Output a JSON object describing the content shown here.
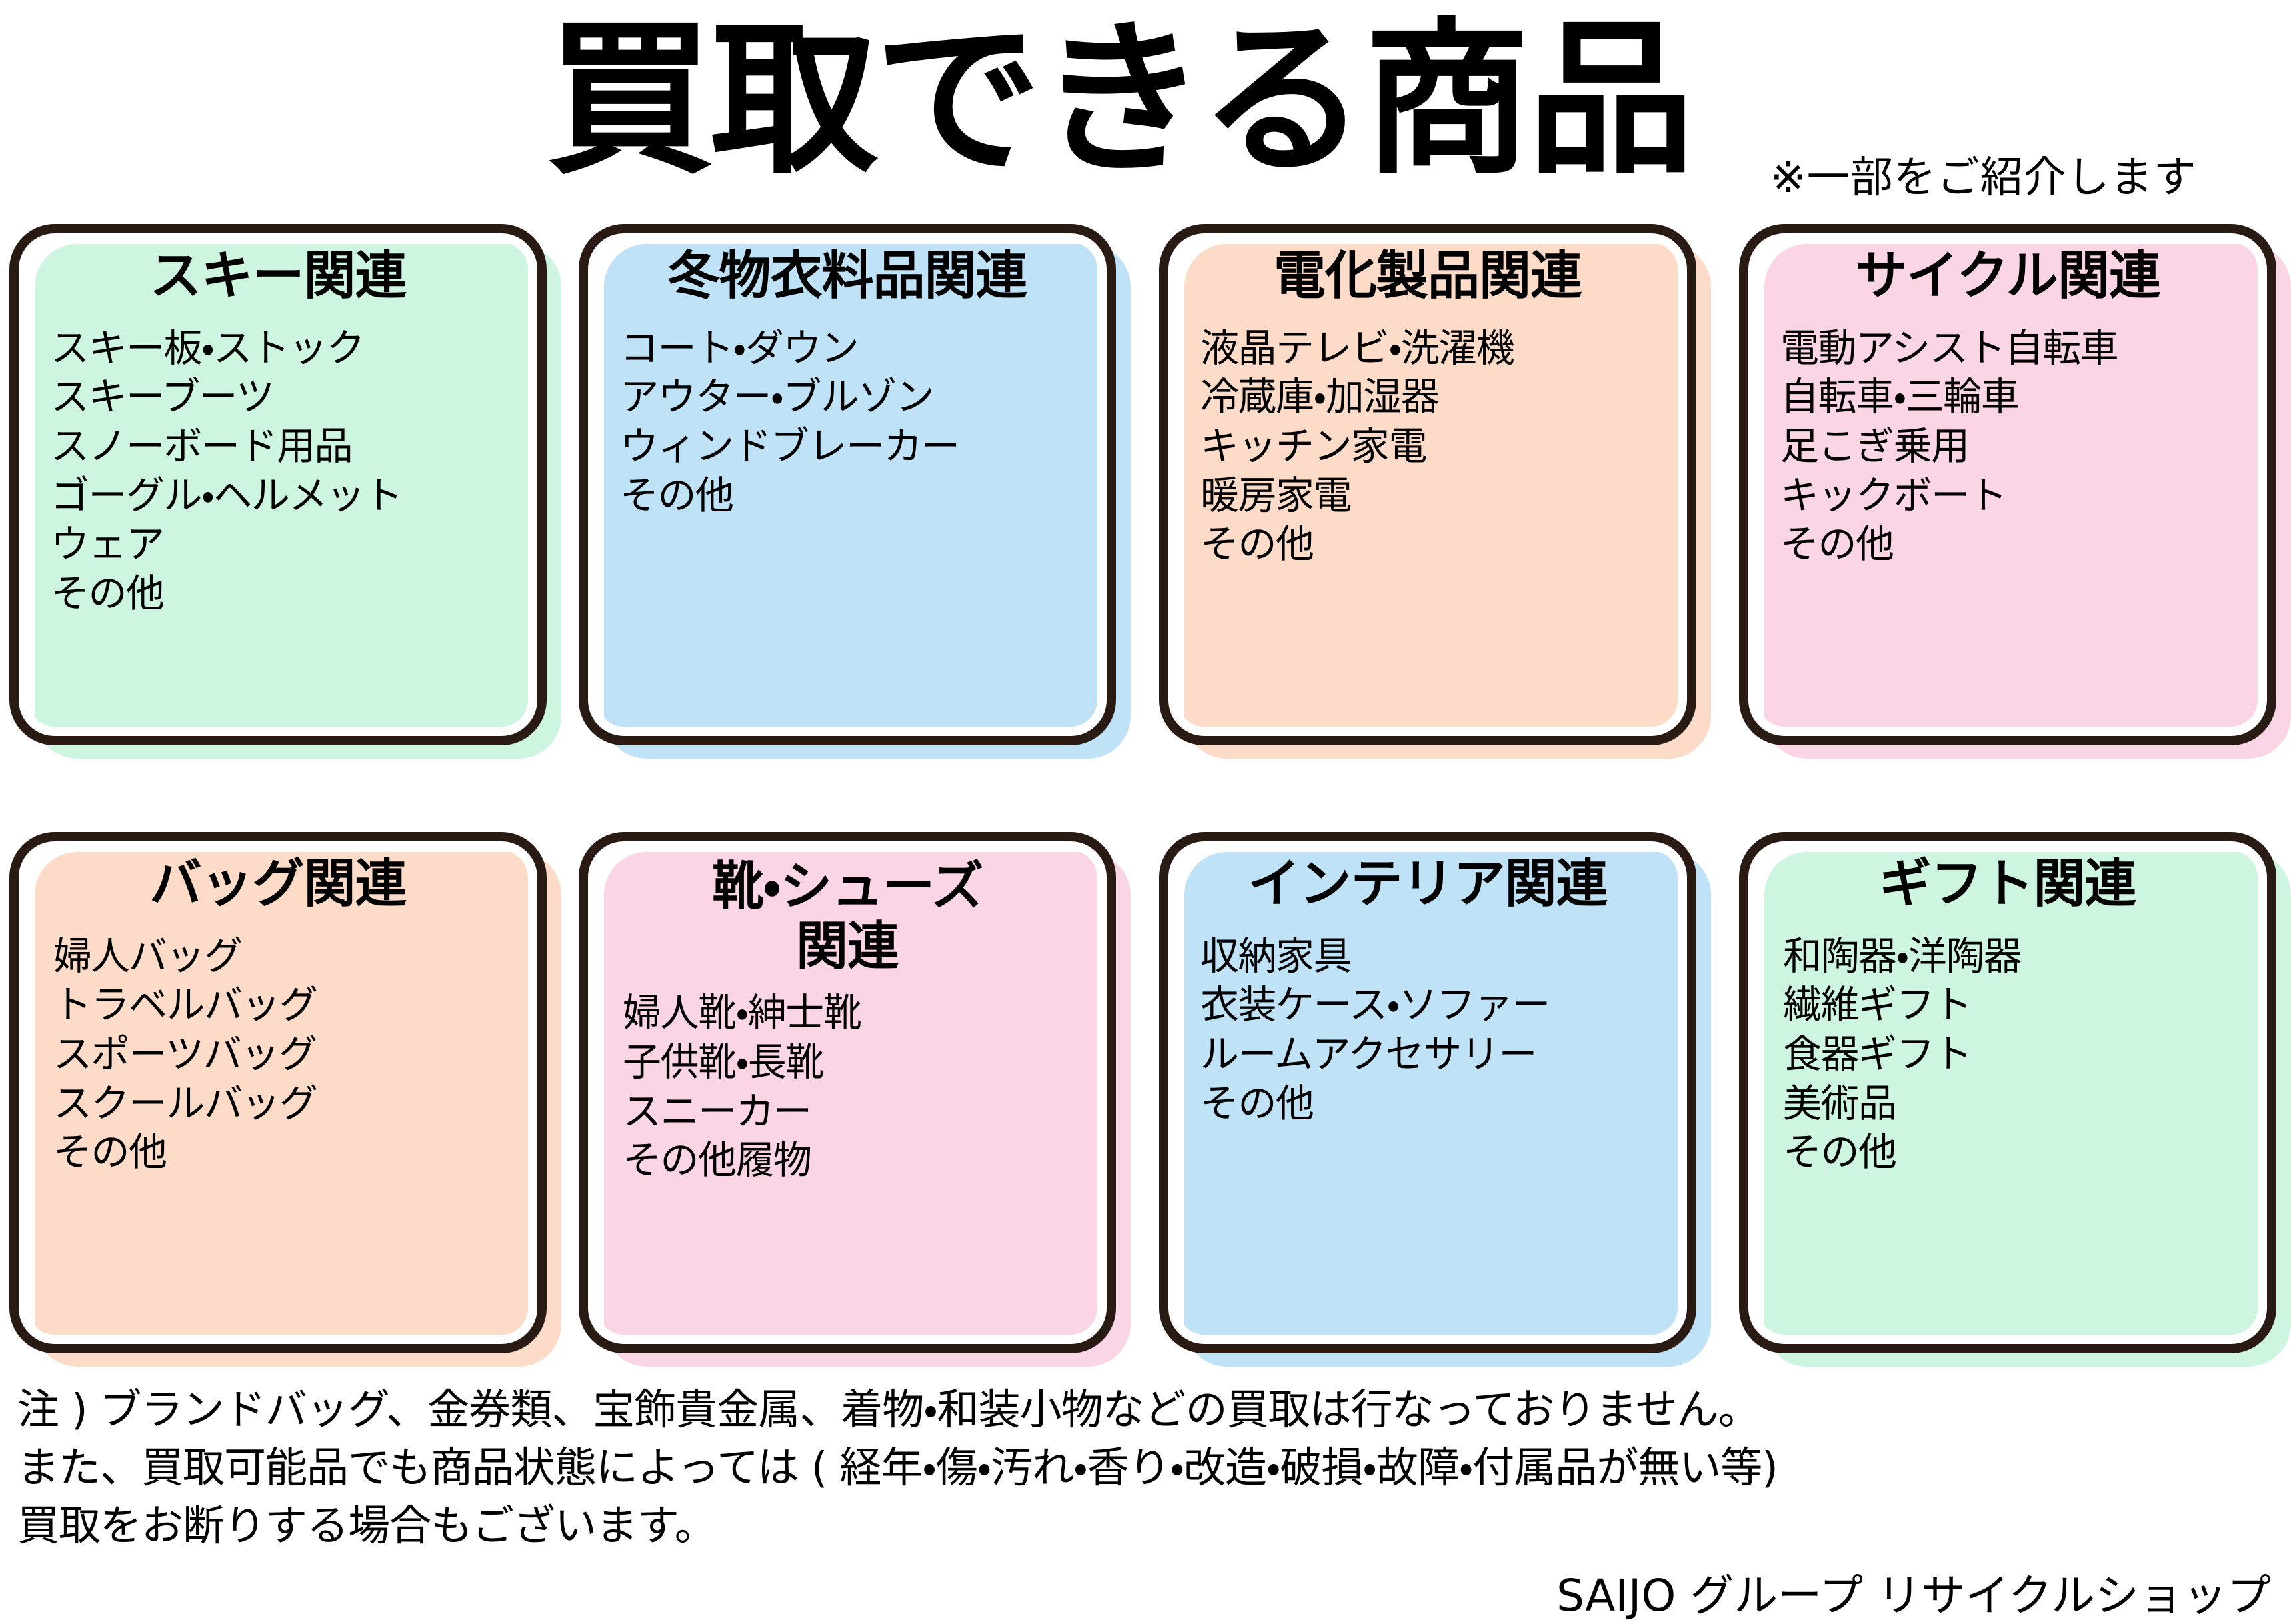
{
  "header": {
    "title": "買取できる商品",
    "subtitle": "※一部をご紹介します"
  },
  "colors": {
    "mint": "#cdf5e0",
    "blue": "#bfe2f7",
    "peach": "#fddbc9",
    "pink": "#fad5e5",
    "outline": "#2a1a14",
    "text": "#000000",
    "background": "#ffffff"
  },
  "cards": [
    {
      "id": "ski",
      "title": "スキー関連",
      "color": "#cdf5e0",
      "items_text": "スキー板・ストック\nスキーブーツ\nスノーボード用品\nゴーグル・ヘルメット\nウェア\nその他",
      "items": [
        "スキー板・ストック",
        "スキーブーツ",
        "スノーボード用品",
        "ゴーグル・ヘルメット",
        "ウェア",
        "その他"
      ]
    },
    {
      "id": "winter-clothing",
      "title": "冬物衣料品関連",
      "color": "#bfe2f7",
      "items_text": "コート・ダウン\nアウター・ブルゾン\nウィンドブレーカー\nその他",
      "items": [
        "コート・ダウン",
        "アウター・ブルゾン",
        "ウィンドブレーカー",
        "その他"
      ]
    },
    {
      "id": "appliances",
      "title": "電化製品関連",
      "color": "#fddbc9",
      "items_text": "液晶テレビ・洗濯機\n冷蔵庫・加湿器\nキッチン家電\n暖房家電\nその他",
      "items": [
        "液晶テレビ・洗濯機",
        "冷蔵庫・加湿器",
        "キッチン家電",
        "暖房家電",
        "その他"
      ]
    },
    {
      "id": "cycle",
      "title": "サイクル関連",
      "color": "#fad5e5",
      "items_text": "電動アシスト自転車\n自転車・三輪車\n足こぎ乗用\nキックボート\nその他",
      "items": [
        "電動アシスト自転車",
        "自転車・三輪車",
        "足こぎ乗用",
        "キックボート",
        "その他"
      ]
    },
    {
      "id": "bag",
      "title": "バッグ関連",
      "color": "#fddbc9",
      "items_text": "婦人バッグ\nトラベルバッグ\nスポーツバッグ\nスクールバッグ\nその他",
      "items": [
        "婦人バッグ",
        "トラベルバッグ",
        "スポーツバッグ",
        "スクールバッグ",
        "その他"
      ]
    },
    {
      "id": "shoes",
      "title": "靴・シューズ\n関連",
      "color": "#fad5e5",
      "items_text": "婦人靴・紳士靴\n子供靴・長靴\nスニーカー\nその他履物",
      "items": [
        "婦人靴・紳士靴",
        "子供靴・長靴",
        "スニーカー",
        "その他履物"
      ]
    },
    {
      "id": "interior",
      "title": "インテリア関連",
      "color": "#bfe2f7",
      "items_text": "収納家具\n衣装ケース・ソファー\nルームアクセサリー\nその他",
      "items": [
        "収納家具",
        "衣装ケース・ソファー",
        "ルームアクセサリー",
        "その他"
      ]
    },
    {
      "id": "gift",
      "title": "ギフト関連",
      "color": "#cdf5e0",
      "items_text": "和陶器・洋陶器\n繊維ギフト\n食器ギフト\n美術品\nその他",
      "items": [
        "和陶器・洋陶器",
        "繊維ギフト",
        "食器ギフト",
        "美術品",
        "その他"
      ]
    }
  ],
  "footer": {
    "notes_text": "注 ) ブランドバッグ、金券類、宝飾貴金属、着物・和装小物などの買取は行なっておりません。\nまた、買取可能品でも商品状態によっては ( 経年・傷・汚れ・香り・改造・破損・故障・付属品が無い等)\n買取をお断りする場合もございます。",
    "notes": [
      "注 ) ブランドバッグ、金券類、宝飾貴金属、着物・和装小物などの買取は行なっておりません。",
      "また、買取可能品でも商品状態によっては ( 経年・傷・汚れ・香り・改造・破損・故障・付属品が無い等)",
      "買取をお断りする場合もございます。"
    ],
    "brand": "SAIJO グループ リサイクルショップ"
  }
}
